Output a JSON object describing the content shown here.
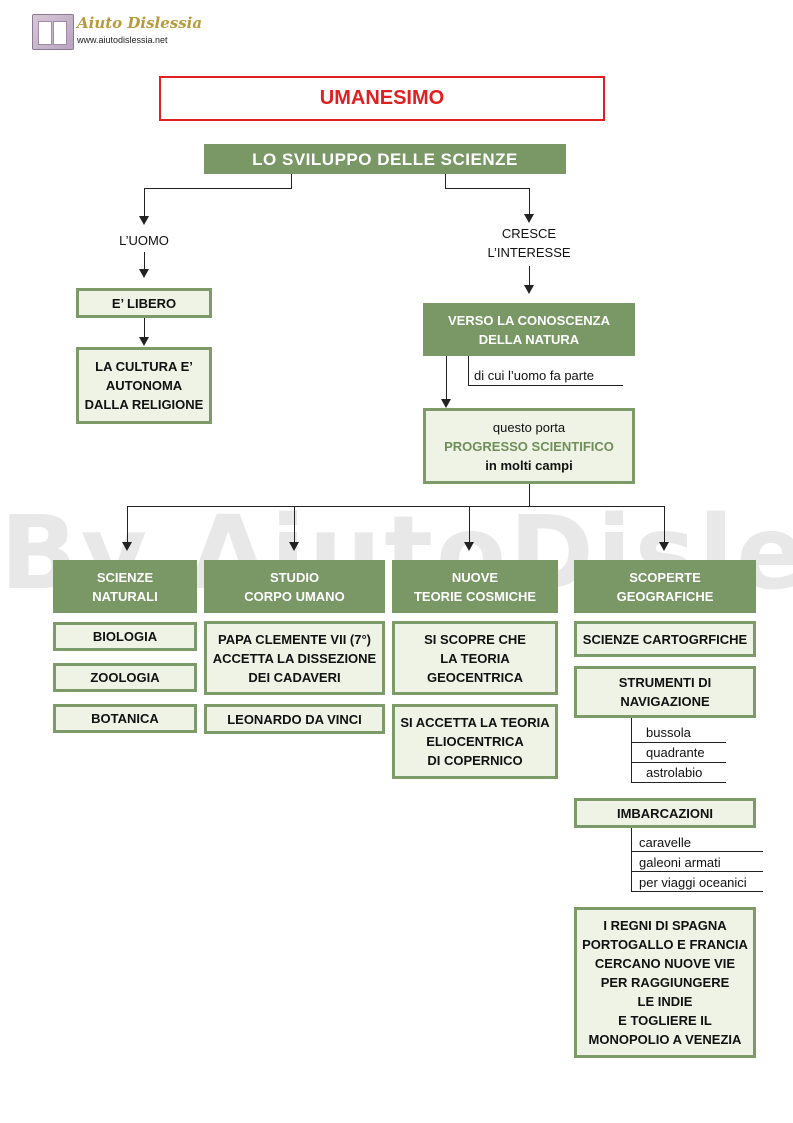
{
  "header": {
    "logo_text": "Aiuto Dislessia",
    "site": "www.aiutodislessia.net"
  },
  "title": "UMANESIMO",
  "main_topic": "LO SVILUPPO DELLE SCIENZE",
  "left_branch": {
    "label": "L’UOMO",
    "box1": "E’ LIBERO",
    "box2": [
      "LA CULTURA E’",
      "AUTONOMA",
      "DALLA RELIGIONE"
    ]
  },
  "right_branch": {
    "label": [
      "CRESCE",
      "L’INTERESSE"
    ],
    "box": [
      "VERSO LA CONOSCENZA",
      "DELLA NATURA"
    ],
    "note": "di cui l’uomo fa parte",
    "progress": {
      "line1": "questo porta",
      "line2": "PROGRESSO SCIENTIFICO",
      "line3": "in molti campi"
    }
  },
  "columns": {
    "scienze": {
      "header": [
        "SCIENZE",
        "NATURALI"
      ],
      "items": [
        "BIOLOGIA",
        "ZOOLOGIA",
        "BOTANICA"
      ]
    },
    "studio": {
      "header": [
        "STUDIO",
        "CORPO UMANO"
      ],
      "item1": [
        "PAPA CLEMENTE VII (7°)",
        "ACCETTA LA DISSEZIONE",
        "DEI CADAVERI"
      ],
      "item2": "LEONARDO DA VINCI"
    },
    "teorie": {
      "header": [
        "NUOVE",
        "TEORIE COSMICHE"
      ],
      "item1": [
        "SI SCOPRE CHE",
        "LA TEORIA",
        "GEOCENTRICA"
      ],
      "item2": [
        "SI ACCETTA LA TEORIA",
        "ELIOCENTRICA",
        "DI COPERNICO"
      ]
    },
    "scoperte": {
      "header": [
        "SCOPERTE",
        "GEOGRAFICHE"
      ],
      "item1": "SCIENZE CARTOGRFICHE",
      "item2": [
        "STRUMENTI DI",
        "NAVIGAZIONE"
      ],
      "strumenti": [
        "bussola",
        "quadrante",
        "astrolabio"
      ],
      "item3": "IMBARCAZIONI",
      "imbarcazioni": [
        "caravelle",
        "galeoni armati",
        "per viaggi oceanici"
      ],
      "item4": [
        "I REGNI DI SPAGNA",
        "PORTOGALLO E FRANCIA",
        "CERCANO NUOVE VIE",
        "PER RAGGIUNGERE",
        "LE INDIE",
        "E TOGLIERE IL",
        "MONOPOLIO A VENEZIA"
      ]
    }
  },
  "watermark": "By AiutoDislessia.net",
  "colors": {
    "accent_green": "#7a9766",
    "pale_green": "#eef3e6",
    "title_red": "#e02020"
  }
}
